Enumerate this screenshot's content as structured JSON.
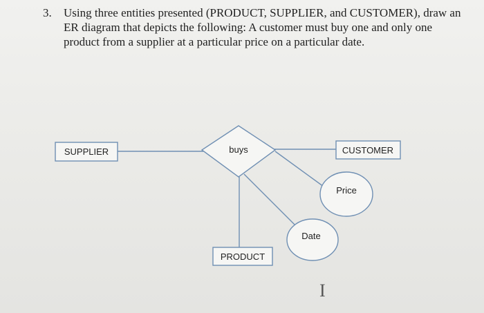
{
  "question": {
    "number": "3.",
    "text": "Using three entities presented (PRODUCT, SUPPLIER, and CUSTOMER), draw an ER diagram that depicts the following: A customer must buy one and only one product from a supplier at a particular price on a particular date."
  },
  "diagram": {
    "entities": {
      "supplier": "SUPPLIER",
      "customer": "CUSTOMER",
      "product": "PRODUCT"
    },
    "relationship": "buys",
    "attributes": {
      "price": "Price",
      "date": "Date"
    }
  },
  "colors": {
    "line": "#6f8fb3",
    "text": "#222222"
  },
  "icons": {
    "cursor": "text-cursor-icon"
  }
}
